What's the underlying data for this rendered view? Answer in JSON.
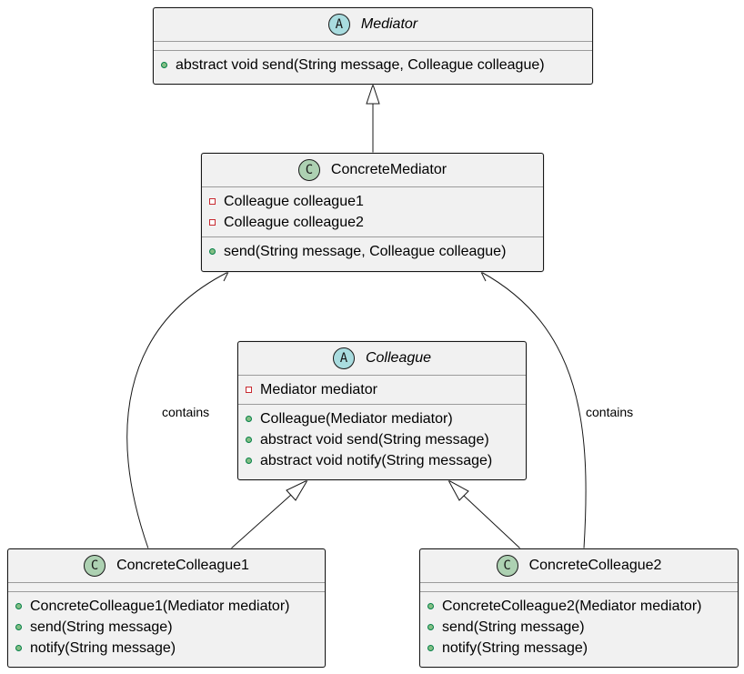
{
  "diagram": {
    "classes": [
      {
        "id": "mediator",
        "kind": "abstract",
        "stereotype_letter": "A",
        "name": "Mediator",
        "fields": [],
        "methods": [
          {
            "visibility": "public",
            "text": "abstract void send(String message, Colleague colleague)"
          }
        ]
      },
      {
        "id": "concrete-mediator",
        "kind": "concrete",
        "stereotype_letter": "C",
        "name": "ConcreteMediator",
        "fields": [
          {
            "visibility": "private",
            "text": "Colleague colleague1"
          },
          {
            "visibility": "private",
            "text": "Colleague colleague2"
          }
        ],
        "methods": [
          {
            "visibility": "public",
            "text": "send(String message, Colleague colleague)"
          }
        ]
      },
      {
        "id": "colleague",
        "kind": "abstract",
        "stereotype_letter": "A",
        "name": "Colleague",
        "fields": [
          {
            "visibility": "private",
            "text": "Mediator mediator"
          }
        ],
        "methods": [
          {
            "visibility": "public",
            "text": "Colleague(Mediator mediator)"
          },
          {
            "visibility": "public",
            "text": "abstract void send(String message)"
          },
          {
            "visibility": "public",
            "text": "abstract void notify(String message)"
          }
        ]
      },
      {
        "id": "concrete-colleague1",
        "kind": "concrete",
        "stereotype_letter": "C",
        "name": "ConcreteColleague1",
        "fields": [],
        "methods": [
          {
            "visibility": "public",
            "text": "ConcreteColleague1(Mediator mediator)"
          },
          {
            "visibility": "public",
            "text": "send(String message)"
          },
          {
            "visibility": "public",
            "text": "notify(String message)"
          }
        ]
      },
      {
        "id": "concrete-colleague2",
        "kind": "concrete",
        "stereotype_letter": "C",
        "name": "ConcreteColleague2",
        "fields": [],
        "methods": [
          {
            "visibility": "public",
            "text": "ConcreteColleague2(Mediator mediator)"
          },
          {
            "visibility": "public",
            "text": "send(String message)"
          },
          {
            "visibility": "public",
            "text": "notify(String message)"
          }
        ]
      }
    ],
    "relations": [
      {
        "type": "inheritance",
        "from": "ConcreteMediator",
        "to": "Mediator"
      },
      {
        "type": "inheritance",
        "from": "ConcreteColleague1",
        "to": "Colleague"
      },
      {
        "type": "inheritance",
        "from": "ConcreteColleague2",
        "to": "Colleague"
      },
      {
        "type": "association",
        "from": "ConcreteColleague1",
        "to": "ConcreteMediator",
        "label": "contains"
      },
      {
        "type": "association",
        "from": "ConcreteColleague2",
        "to": "ConcreteMediator",
        "label": "contains"
      }
    ],
    "colors": {
      "class_fill": "#f1f1f1",
      "border": "#181818",
      "abstract_badge": "#a9dcdf",
      "class_badge": "#add1b2",
      "public_marker": "#84be84",
      "private_marker": "#c82930"
    }
  }
}
